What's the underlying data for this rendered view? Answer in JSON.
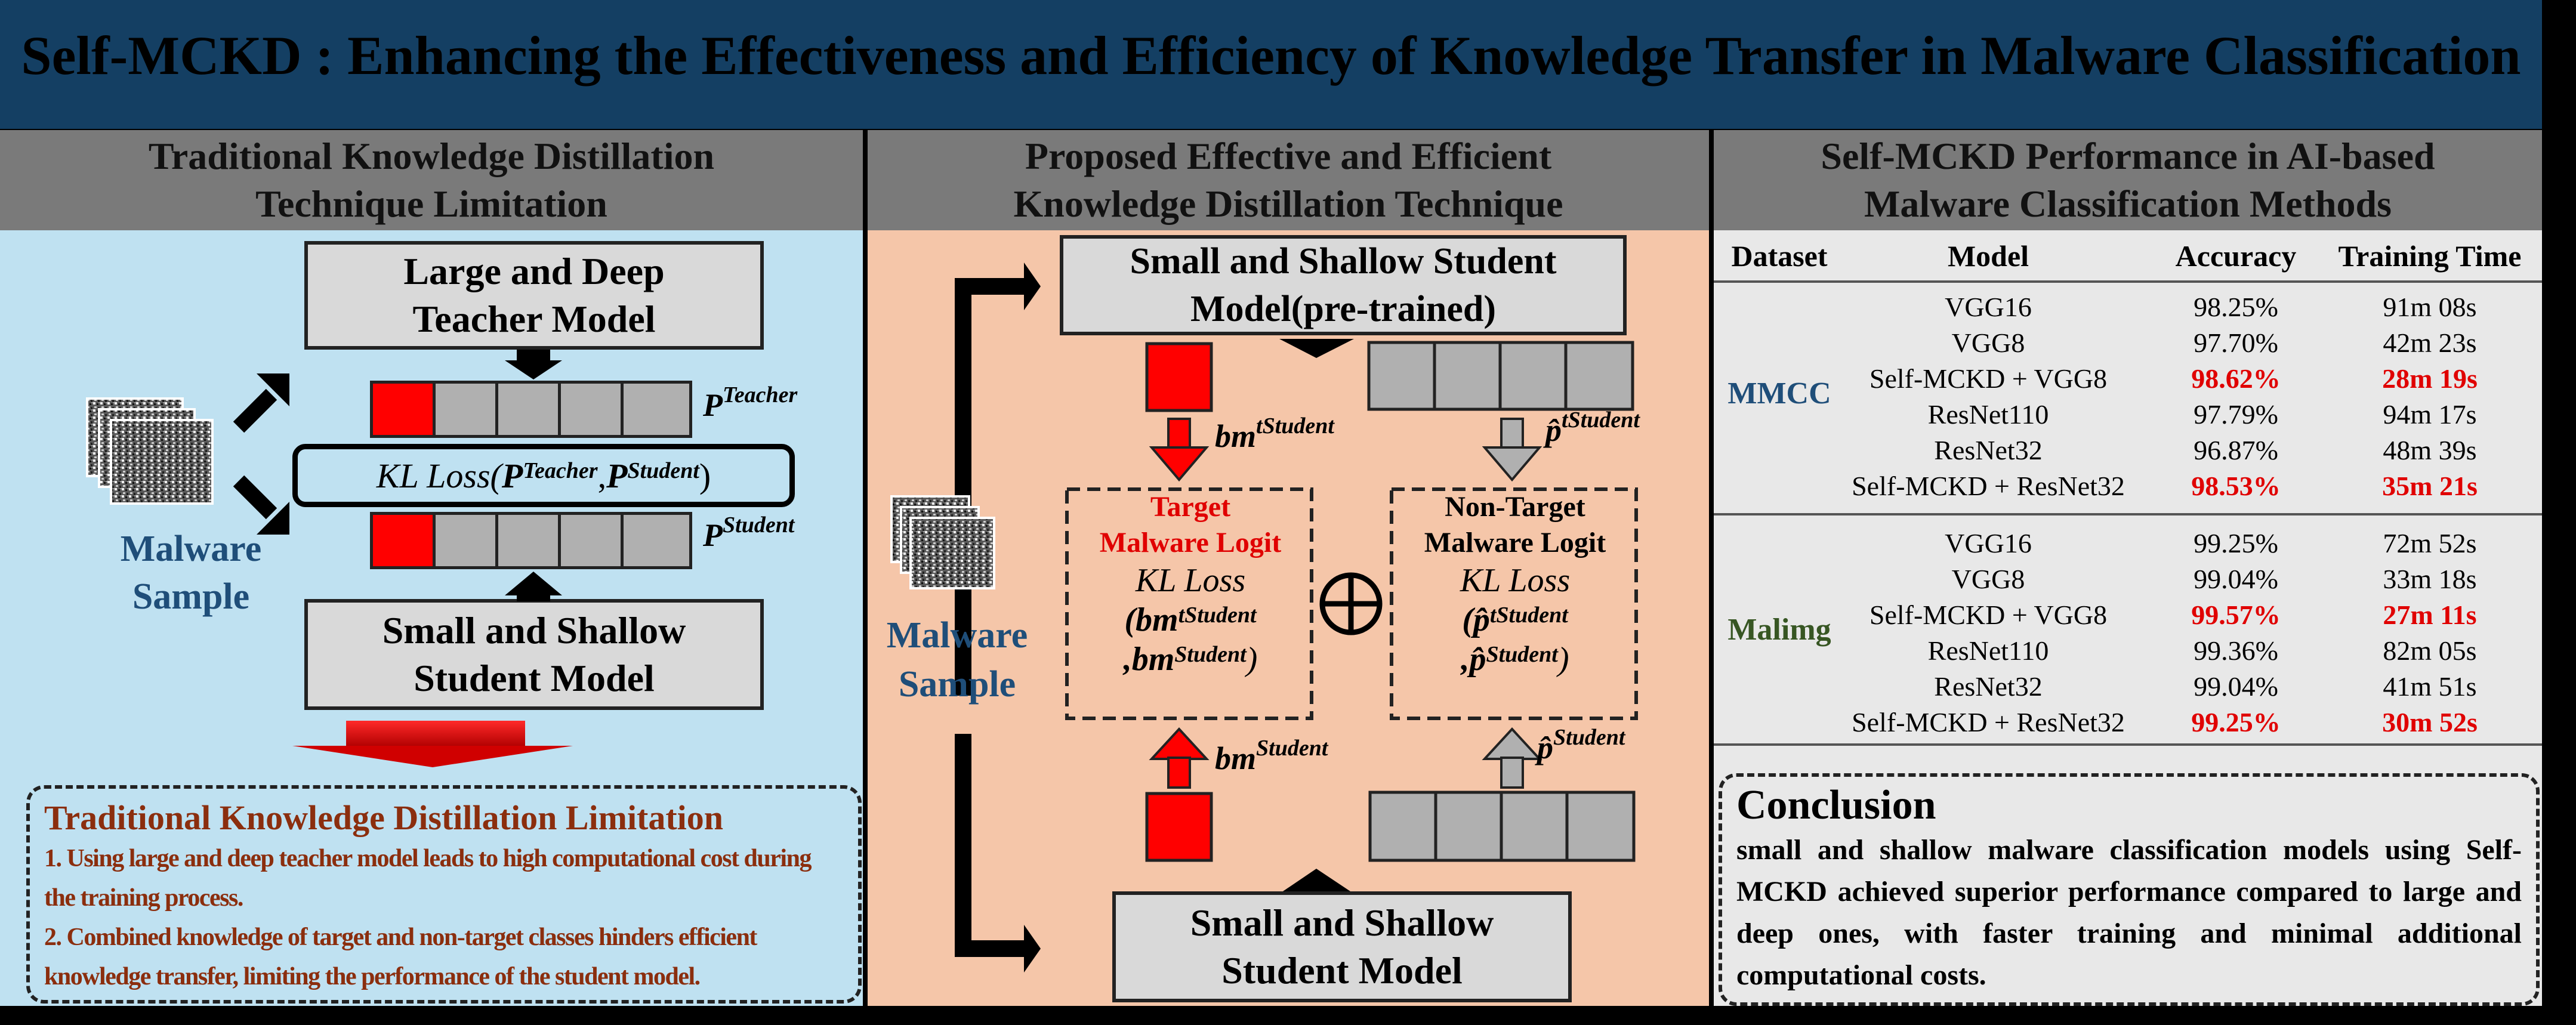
{
  "title": "Self-MCKD : Enhancing the Effectiveness and Efficiency of  Knowledge Transfer in Malware Classification",
  "panels": {
    "left": {
      "header_line1": "Traditional Knowledge Distillation",
      "header_line2": "Technique Limitation",
      "teacher_line1": "Large and Deep",
      "teacher_line2": "Teacher Model",
      "student_line1": "Small and Shallow",
      "student_line2": "Student Model",
      "p_teacher_base": "P",
      "p_teacher_sup": "Teacher",
      "p_student_base": "P",
      "p_student_sup": "Student",
      "kl_prefix": "KL Loss(",
      "kl_arg1_base": "P",
      "kl_arg1_sup": "Teacher",
      "kl_sep": ", ",
      "kl_arg2_base": "P",
      "kl_arg2_sup": "Student",
      "kl_suffix": ")",
      "malware_line1": "Malware",
      "malware_line2": "Sample",
      "limitation_title": "Traditional Knowledge Distillation Limitation",
      "limitation_1": "1. Using large and deep teacher model leads to high computational cost during the training process.",
      "limitation_2": "2. Combined knowledge of target and non-target classes hinders efficient knowledge transfer, limiting the performance of the student model."
    },
    "middle": {
      "header_line1": "Proposed Effective and Efficient",
      "header_line2": "Knowledge Distillation Technique",
      "pretrained_line1": "Small and Shallow Student",
      "pretrained_line2": "Model(pre-trained)",
      "student_line1": "Small and Shallow",
      "student_line2": "Student Model",
      "bm_t_base": "bm",
      "bm_t_sup": "tStudent",
      "p_t_base": "p̂",
      "p_t_sup": "tStudent",
      "bm_s_base": "bm",
      "bm_s_sup": "Student",
      "p_s_base": "p̂",
      "p_s_sup": "Student",
      "target_line1": "Target",
      "target_line2": "Malware Logit",
      "target_kl": "KL Loss",
      "target_arg1_base": "(bm",
      "target_arg1_sup": "tStudent",
      "target_arg2_base": ",bm",
      "target_arg2_sup": "Student",
      "target_close": ")",
      "nontarget_line1": "Non-Target",
      "nontarget_line2": "Malware Logit",
      "nontarget_kl": "KL Loss",
      "nontarget_arg1_base": "(p̂",
      "nontarget_arg1_sup": "tStudent",
      "nontarget_arg2_base": ",p̂",
      "nontarget_arg2_sup": "Student",
      "nontarget_close": ")",
      "plus": "⊕",
      "malware_line1": "Malware",
      "malware_line2": "Sample"
    },
    "right": {
      "header_line1": "Self-MCKD Performance in AI-based",
      "header_line2": "Malware Classification Methods",
      "columns": [
        "Dataset",
        "Model",
        "Accuracy",
        "Training Time"
      ],
      "datasets": [
        {
          "name": "MMCC",
          "color": "#1f4e79",
          "rows": [
            {
              "model": "VGG16",
              "accuracy": "98.25%",
              "time": "91m 08s",
              "highlight": false
            },
            {
              "model": "VGG8",
              "accuracy": "97.70%",
              "time": "42m 23s",
              "highlight": false
            },
            {
              "model": "Self-MCKD + VGG8",
              "accuracy": "98.62%",
              "time": "28m 19s",
              "highlight": true
            },
            {
              "model": "ResNet110",
              "accuracy": "97.79%",
              "time": "94m 17s",
              "highlight": false
            },
            {
              "model": "ResNet32",
              "accuracy": "96.87%",
              "time": "48m 39s",
              "highlight": false
            },
            {
              "model": "Self-MCKD + ResNet32",
              "accuracy": "98.53%",
              "time": "35m 21s",
              "highlight": true
            }
          ]
        },
        {
          "name": "Malimg",
          "color": "#375623",
          "rows": [
            {
              "model": "VGG16",
              "accuracy": "99.25%",
              "time": "72m 52s",
              "highlight": false
            },
            {
              "model": "VGG8",
              "accuracy": "99.04%",
              "time": "33m 18s",
              "highlight": false
            },
            {
              "model": "Self-MCKD + VGG8",
              "accuracy": "99.57%",
              "time": "27m 11s",
              "highlight": true
            },
            {
              "model": "ResNet110",
              "accuracy": "99.36%",
              "time": "82m 05s",
              "highlight": false
            },
            {
              "model": "ResNet32",
              "accuracy": "99.04%",
              "time": "41m 51s",
              "highlight": false
            },
            {
              "model": "Self-MCKD + ResNet32",
              "accuracy": "99.25%",
              "time": "30m 52s",
              "highlight": true
            }
          ]
        }
      ],
      "conclusion_title": "Conclusion",
      "conclusion_text": "small and shallow malware classification models using Self-MCKD achieved superior performance compared to large and deep ones, with faster training and minimal additional computational costs."
    }
  },
  "colors": {
    "title_bg": "#143f63",
    "header_bg": "#7a7a7a",
    "left_bg": "#bfe1f1",
    "middle_bg": "#f5c6a9",
    "right_bg": "#e8e8e8",
    "accent_red": "#e00000",
    "limitation_text": "#8b2e0e"
  },
  "icons": [
    "malware-image-icon",
    "arrow-icon",
    "plus-circle-icon"
  ]
}
